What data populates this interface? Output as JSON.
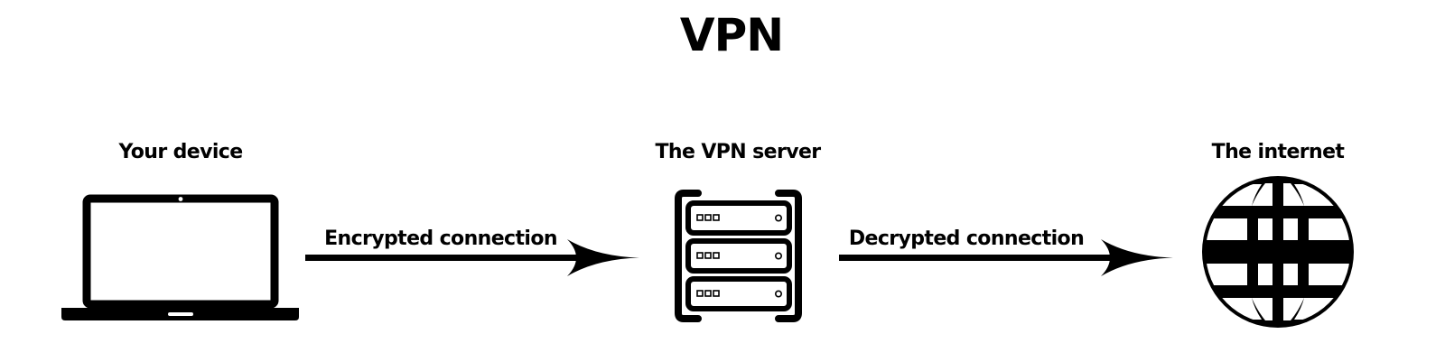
{
  "title": "VPN",
  "nodes": {
    "device": {
      "label": "Your device",
      "icon": "laptop-icon"
    },
    "server": {
      "label": "The VPN server",
      "icon": "server-rack-icon"
    },
    "internet": {
      "label": "The internet",
      "icon": "globe-icon"
    }
  },
  "edges": {
    "encrypted": {
      "label": "Encrypted connection",
      "from": "Your device",
      "to": "The VPN server"
    },
    "decrypted": {
      "label": "Decrypted connection",
      "from": "The VPN server",
      "to": "The internet"
    }
  },
  "colors": {
    "foreground": "#000000",
    "background": "#ffffff"
  }
}
